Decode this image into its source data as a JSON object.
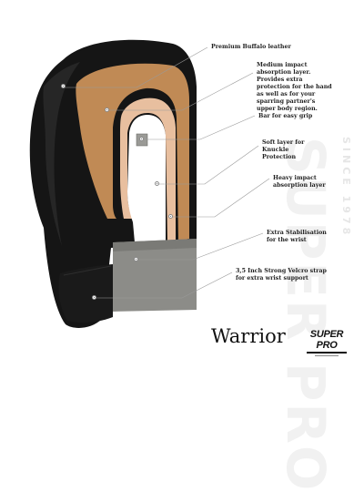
{
  "watermark": {
    "brand": "SUPER PRO",
    "since": "SINCE 1978"
  },
  "labels": [
    {
      "id": "leather",
      "text": "Premium Buffalo leather"
    },
    {
      "id": "medium",
      "text": "Medium impact absorption layer. Provides extra protection for the hand as well as for your sparring partner's upper body region."
    },
    {
      "id": "bar",
      "text": "Bar for easy grip"
    },
    {
      "id": "soft",
      "text": "Soft layer for Knuckle Protection"
    },
    {
      "id": "heavy",
      "text": "Heavy impact absorption layer"
    },
    {
      "id": "stab",
      "text": "Extra Stabilisation for the wrist"
    },
    {
      "id": "velcro",
      "text": "3,5 Inch Strong Velcro strap for extra wrist support"
    }
  ],
  "product": {
    "name": "Warrior",
    "brand_logo": "SUPER PRO"
  },
  "colors": {
    "glove_black": "#151515",
    "leather_tan": "#c08a55",
    "soft_layer": "#e8bf9f",
    "foam_gray": "#8c8c88",
    "leader_line": "#9a9a9a"
  }
}
